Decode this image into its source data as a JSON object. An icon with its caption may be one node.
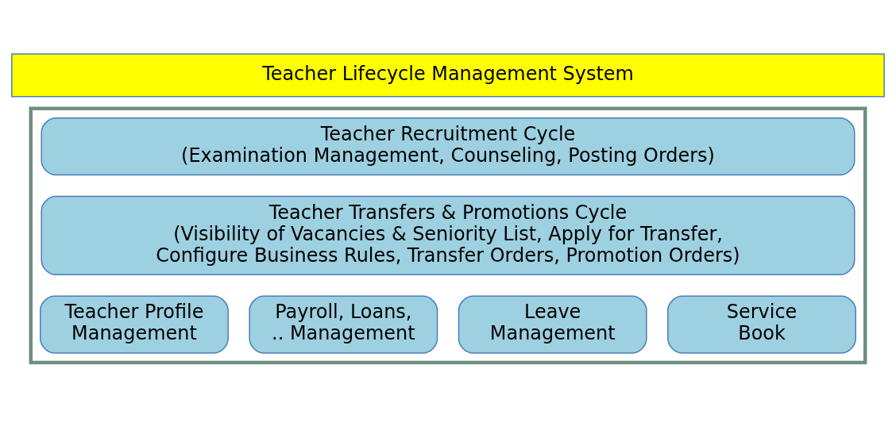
{
  "diagram": {
    "nodes": [
      {
        "text": [
          "Teacher Lifecycle Management System"
        ]
      },
      {
        "text": [],
        "shape": "box"
      },
      {
        "text": [
          "Teacher Recruitment Cycle",
          "(Examination Management, Counseling, Posting Orders)"
        ],
        "in": 1
      },
      {
        "text": [
          "Teacher Transfers & Promotions Cycle",
          "(Visibility of Vacancies & Seniority List, Apply for Transfer, Configure Business Rules, Transfer Orders, Promotion Orders)"
        ],
        "in": 1
      },
      {
        "text": [
          "Teacher Profile Management"
        ],
        "in": 1
      },
      {
        "text": [
          "Payroll, Loans, .. Management"
        ],
        "in": 1
      },
      {
        "text": [
          "Leave Management"
        ],
        "in": 1
      },
      {
        "text": [
          "Service Book"
        ],
        "in": 1
      }
    ],
    "edges": []
  }
}
